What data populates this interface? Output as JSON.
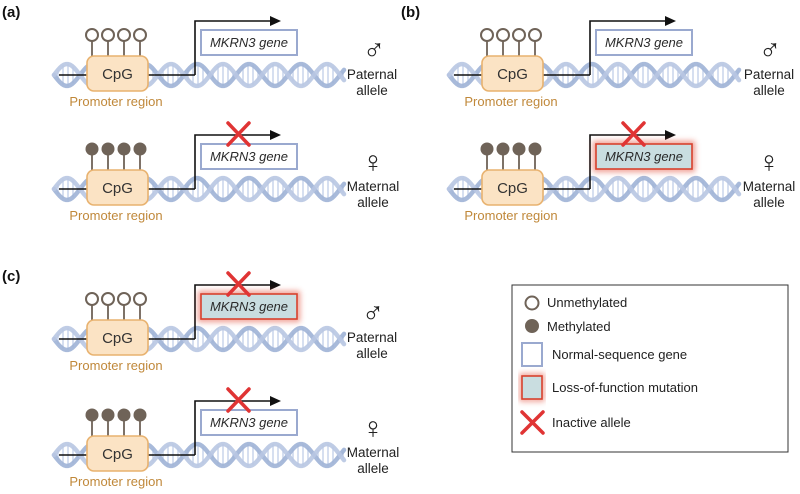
{
  "panels": [
    {
      "label": "(a)",
      "paternal": {
        "methylated": false,
        "mutated": false,
        "inactive": false
      },
      "maternal": {
        "methylated": true,
        "mutated": false,
        "inactive": true
      }
    },
    {
      "label": "(b)",
      "paternal": {
        "methylated": false,
        "mutated": false,
        "inactive": false
      },
      "maternal": {
        "methylated": true,
        "mutated": true,
        "inactive": true
      }
    },
    {
      "label": "(c)",
      "paternal": {
        "methylated": false,
        "mutated": true,
        "inactive": true
      },
      "maternal": {
        "methylated": true,
        "mutated": false,
        "inactive": true
      }
    }
  ],
  "labels": {
    "cpg": "CpG",
    "gene": "MKRN3 gene",
    "promoter": "Promoter region",
    "paternal_symbol": "♂",
    "maternal_symbol": "♀",
    "paternal_line1": "Paternal",
    "maternal_line1": "Maternal",
    "allele_line2": "allele"
  },
  "legend": {
    "unmethylated": "Unmethylated",
    "methylated": "Methylated",
    "normal_gene": "Normal-sequence gene",
    "lof_mutation": "Loss-of-function mutation",
    "inactive": "Inactive allele"
  },
  "colors": {
    "dna_strand": "#9fb2d6",
    "cpg_fill": "#fbe3c4",
    "cpg_stroke": "#e8b26f",
    "gene_stroke": "#9aa9cf",
    "mutant_fill": "#c9dde0",
    "mutant_glow": "#e0432f",
    "cross": "#e03434",
    "methyl_fill": "#6f6358",
    "promoter_text": "#c0883a"
  }
}
